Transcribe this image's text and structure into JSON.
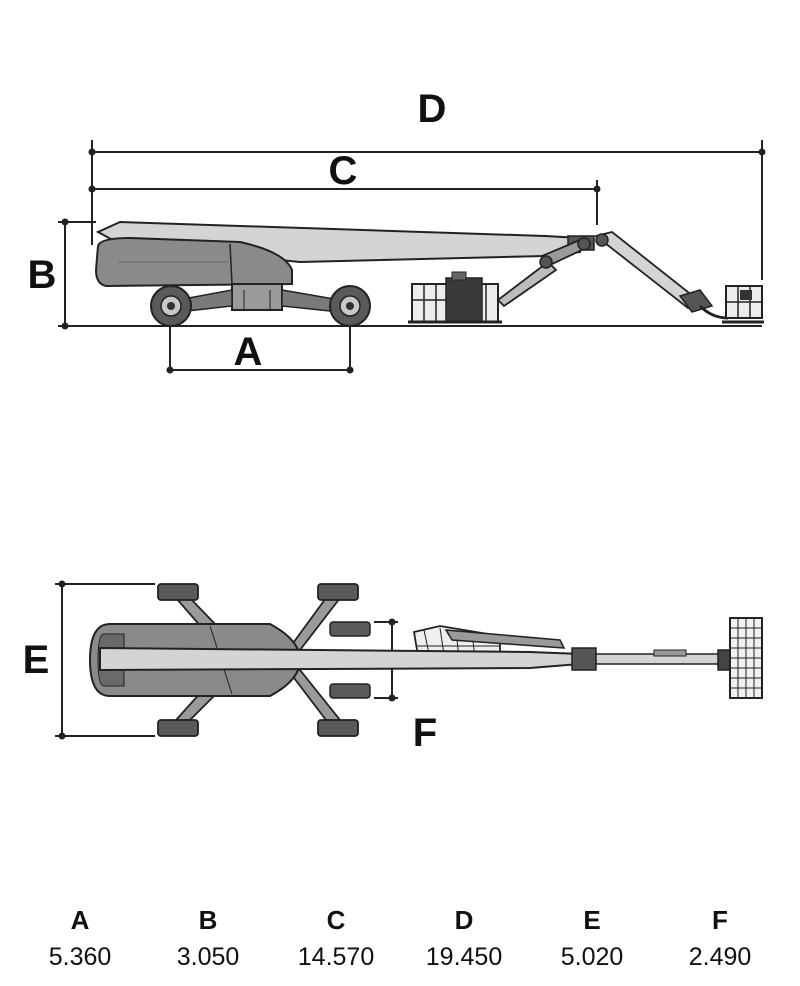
{
  "labels": {
    "A": "A",
    "B": "B",
    "C": "C",
    "D": "D",
    "E": "E",
    "F": "F"
  },
  "table": [
    {
      "key": "A",
      "value": "5.360"
    },
    {
      "key": "B",
      "value": "3.050"
    },
    {
      "key": "C",
      "value": "14.570"
    },
    {
      "key": "D",
      "value": "19.450"
    },
    {
      "key": "E",
      "value": "5.020"
    },
    {
      "key": "F",
      "value": "2.490"
    }
  ],
  "colors": {
    "line": "#222222",
    "body_dark": "#7a7a7a",
    "body_mid": "#9a9a9a",
    "boom_light": "#d4d4d4",
    "tire": "#5a5a5a"
  }
}
